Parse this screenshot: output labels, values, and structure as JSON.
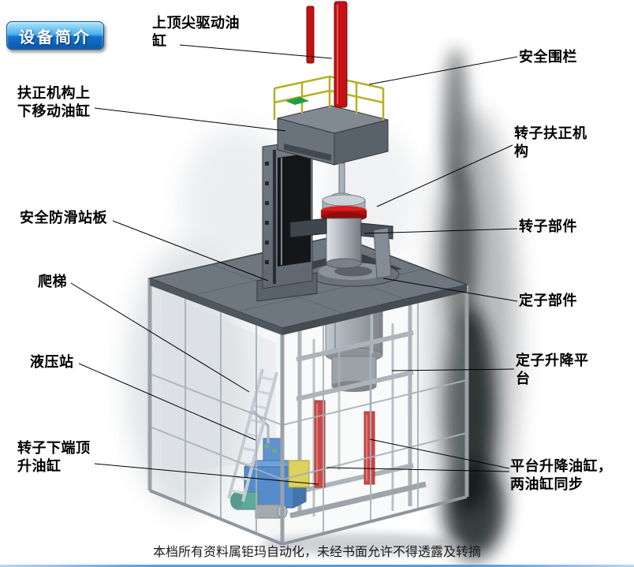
{
  "badge": {
    "label": "设备简介"
  },
  "callouts": {
    "top_center_cylinder": "上顶尖驱动油缸",
    "safety_fence": "安全围栏",
    "centering_move_cylinder": "扶正机构上下移动油缸",
    "rotor_centering_mechanism": "转子扶正机构",
    "antislip_platform": "安全防滑站板",
    "rotor_component": "转子部件",
    "ladder": "爬梯",
    "stator_component": "定子部件",
    "hydraulic_station": "液压站",
    "stator_lift_platform": "定子升降平台",
    "rotor_bottom_jack_cylinder": "转子下端顶升油缸",
    "platform_lift_cylinders": "平台升降油缸，两油缸同步"
  },
  "footer": {
    "watermark": "本档所有资料属钜玛自动化，未经书面允许不得透露及转摘"
  },
  "colors": {
    "badge_blue": "#1273cc",
    "hydraulic_cylinder_red": "#c41111",
    "safety_railing_yellow": "#b5b122",
    "hydraulic_station_blue": "#1b66c0",
    "platform_gray": "#6e7780",
    "background": "#ffffff"
  }
}
